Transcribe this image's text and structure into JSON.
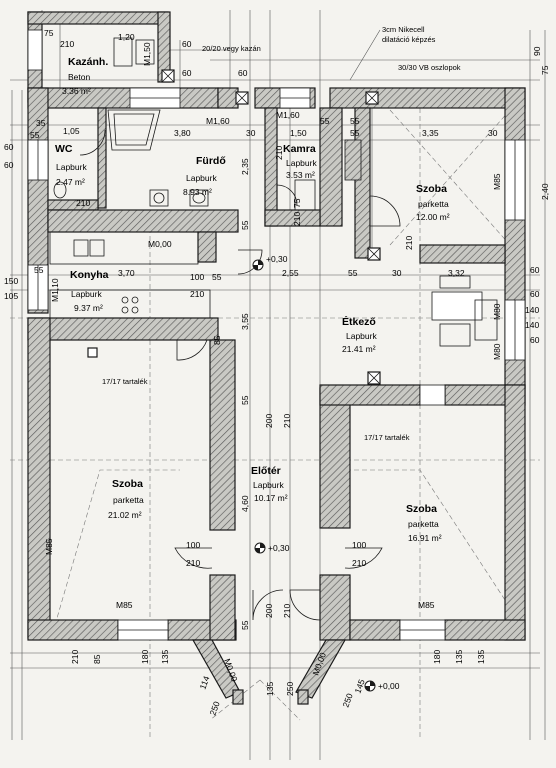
{
  "rooms": [
    {
      "id": "kazan",
      "name": "Kazánh.",
      "floor": "Beton",
      "area": "3.36 m²"
    },
    {
      "id": "wc",
      "name": "WC",
      "floor": "Lapburk",
      "area": "2.47 m²"
    },
    {
      "id": "furdo",
      "name": "Fürdő",
      "floor": "Lapburk",
      "area": "8.93 m²"
    },
    {
      "id": "kamra",
      "name": "Kamra",
      "floor": "Lapburk",
      "area": "3.53 m²"
    },
    {
      "id": "szoba1",
      "name": "Szoba",
      "floor": "parketta",
      "area": "12.00 m²"
    },
    {
      "id": "konyha",
      "name": "Konyha",
      "floor": "Lapburk",
      "area": "9.37 m²"
    },
    {
      "id": "etkezo",
      "name": "Étkező",
      "floor": "Lapburk",
      "area": "21.41 m²"
    },
    {
      "id": "szoba2",
      "name": "Szoba",
      "floor": "parketta",
      "area": "21.02 m²"
    },
    {
      "id": "eloter",
      "name": "Előtér",
      "floor": "Lapburk",
      "area": "10.17 m²"
    },
    {
      "id": "szoba3",
      "name": "Szoba",
      "floor": "parketta",
      "area": "16.91 m²"
    }
  ],
  "notes": {
    "kazan": "20/20 vegy kazán",
    "nikecell_1": "3cm Nikecell",
    "nikecell_2": "dilatáció képzés",
    "oszlop": "30/30 VB oszlopok",
    "tartalek1": "17/17 tartalék",
    "tartalek2": "17/17 tartalék"
  },
  "levels": [
    "+0,30",
    "+0,30",
    "+0,00",
    "M0,00",
    "M0,00",
    "M0,00"
  ],
  "wall_tags": [
    "M1,60",
    "M1,60",
    "M1,10",
    "M1,50",
    "M85",
    "M85",
    "M85",
    "M80",
    "M80"
  ],
  "dims": [
    "75",
    "210",
    "1,20",
    "60",
    "60",
    "60",
    "35",
    "55",
    "1,05",
    "3,80",
    "30",
    "1,50",
    "55",
    "3,35",
    "30",
    "60",
    "60",
    "210",
    "2,35",
    "75",
    "210",
    "210",
    "2,55",
    "55",
    "30",
    "3,32",
    "60",
    "150",
    "105",
    "55",
    "3,70",
    "100",
    "55",
    "60",
    "140",
    "140",
    "60",
    "210",
    "3,55",
    "85",
    "200",
    "210",
    "55",
    "4,60",
    "100",
    "210",
    "100",
    "210",
    "200",
    "210",
    "55",
    "180",
    "135",
    "250",
    "250",
    "114",
    "135",
    "180",
    "145",
    "135",
    "210",
    "2,40",
    "75",
    "90",
    "55",
    "250",
    "M85",
    "55",
    "55",
    "135",
    "85",
    "210"
  ]
}
